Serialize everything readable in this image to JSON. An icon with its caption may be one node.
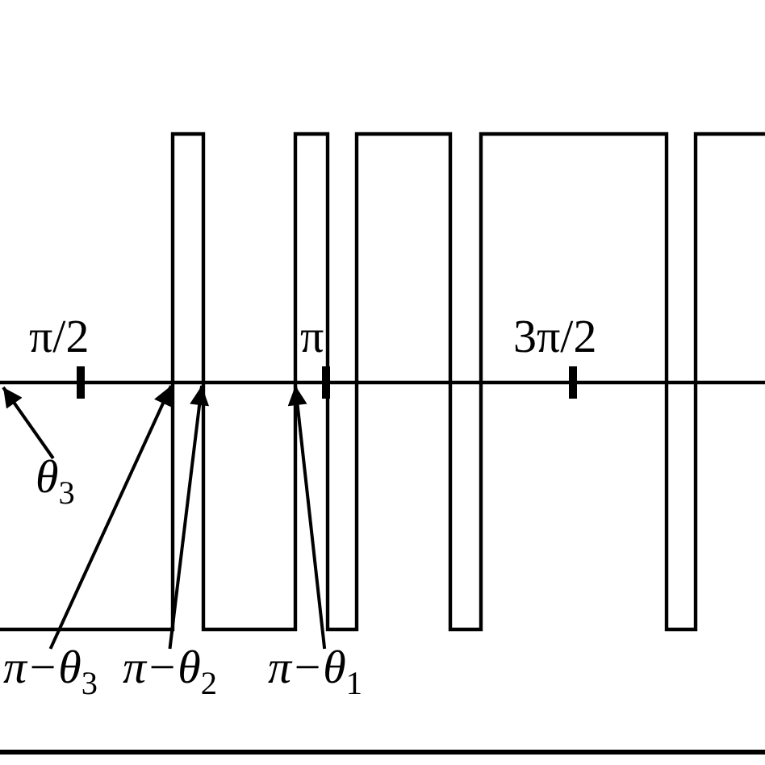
{
  "diagram": {
    "nodes": [
      {
        "text": [
          "θ$_{3}$"
        ]
      },
      {
        "text": [
          "π−θ$_{3}$"
        ]
      },
      {
        "text": [
          "π−θ$_{2}$"
        ]
      },
      {
        "text": [
          "π−θ$_{1}$"
        ]
      }
    ],
    "edges": [
      {
        "from": 0,
        "to": null,
        "arrow": "to"
      },
      {
        "from": 1,
        "to": null,
        "arrow": "to"
      },
      {
        "from": 2,
        "to": null,
        "arrow": "to"
      },
      {
        "from": 3,
        "to": null,
        "arrow": "to"
      }
    ],
    "labels": [
      "π/2",
      "π",
      "3π/2"
    ]
  }
}
